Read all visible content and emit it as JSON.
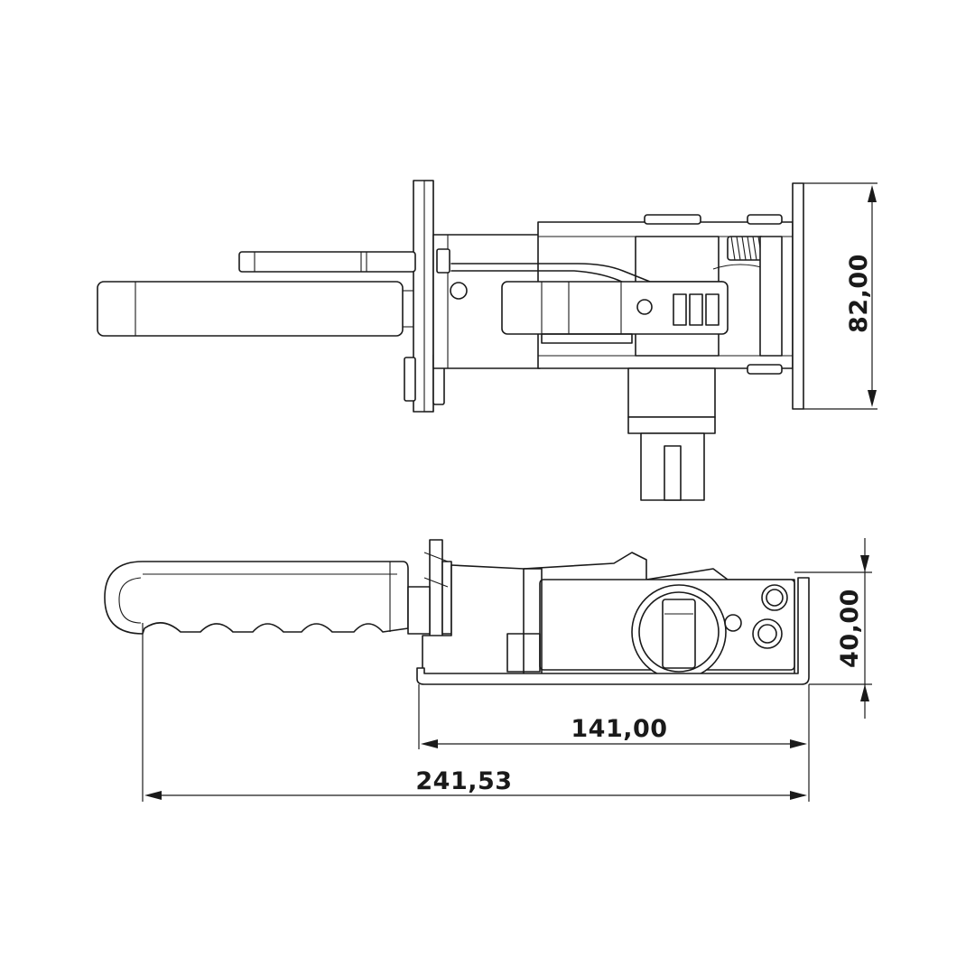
{
  "dimensions": {
    "height_top_view": "82,00",
    "height_side_view": "40,00",
    "length_body": "141,00",
    "length_total": "241,53"
  },
  "colors": {
    "line": "#1a1a1a",
    "background": "#ffffff"
  }
}
